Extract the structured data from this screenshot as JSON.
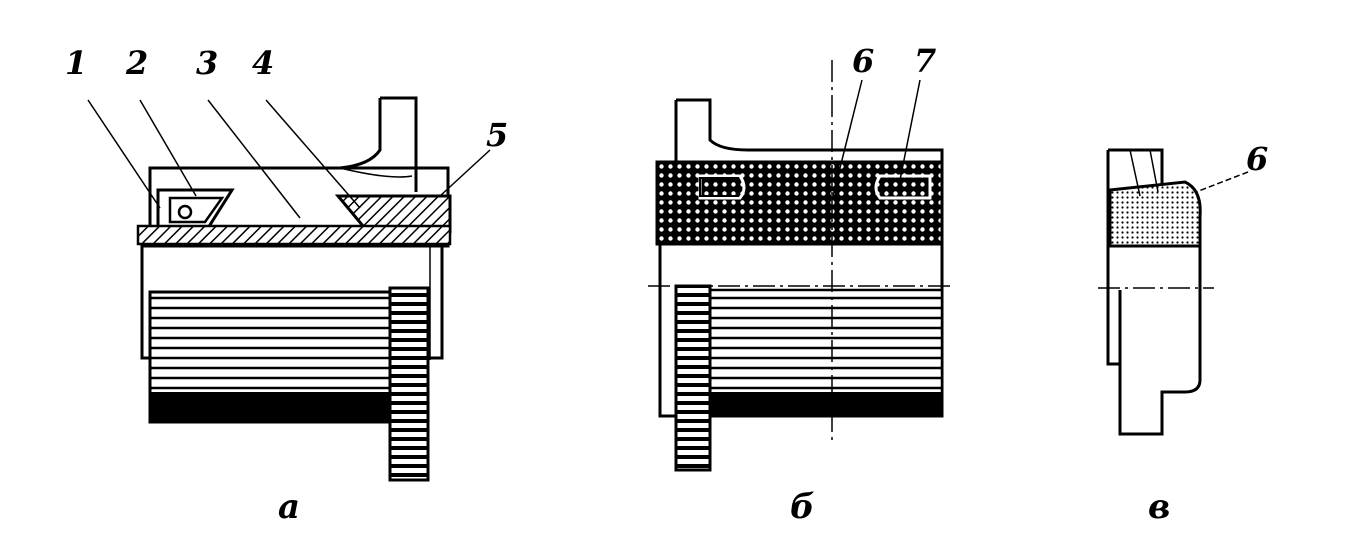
{
  "callouts": {
    "c1": "1",
    "c2": "2",
    "c3": "3",
    "c4": "4",
    "c5": "5",
    "c6": "6",
    "c7": "7",
    "c6b": "6"
  },
  "subfigures": {
    "a": "а",
    "b": "б",
    "c": "в"
  },
  "colors": {
    "ink": "#000000",
    "paper": "#ffffff"
  }
}
